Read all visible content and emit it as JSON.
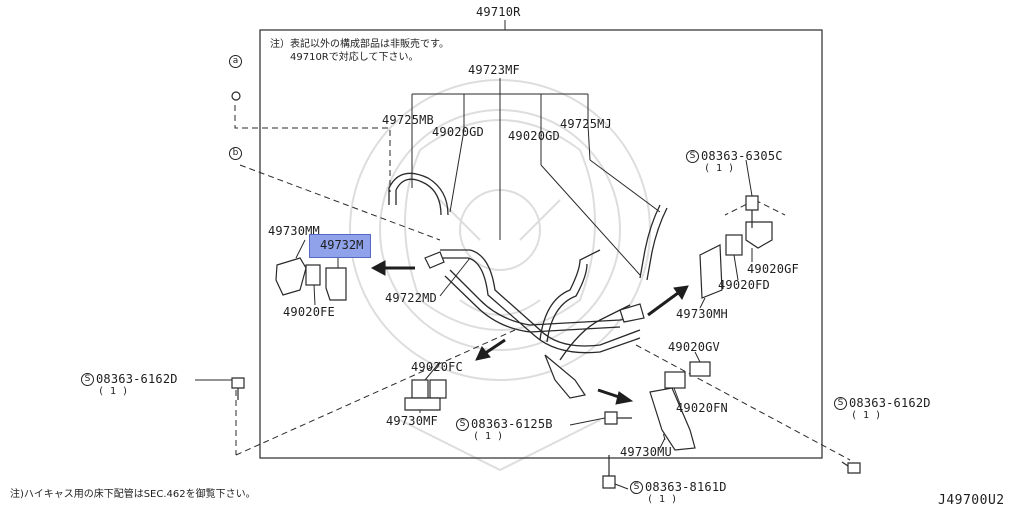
{
  "parts": {
    "assembly": "49710R",
    "main_tube": "49723MF",
    "tube_mb": "49725MB",
    "clip_gd_left": "49020GD",
    "clip_gd_right": "49020GD",
    "tube_mj": "49725MJ",
    "bracket_mm": "49730MM",
    "highlighted": "49732M",
    "tube_md": "49722MD",
    "clamp_fe": "49020FE",
    "clamp_fc": "49020FC",
    "bracket_mf": "49730MF",
    "bracket_mh": "49730MH",
    "clamp_gf": "49020GF",
    "clamp_fd": "49020FD",
    "clamp_gv": "49020GV",
    "clamp_fn": "49020FN",
    "bracket_mu": "49730MU"
  },
  "bolts": {
    "b6305c": {
      "symbol": "S",
      "code": "08363-6305C",
      "qty": "( 1 )"
    },
    "b6162d_left": {
      "symbol": "S",
      "code": "08363-6162D",
      "qty": "( 1 )"
    },
    "b6162d_right": {
      "symbol": "S",
      "code": "08363-6162D",
      "qty": "( 1 )"
    },
    "b6125b": {
      "symbol": "S",
      "code": "08363-6125B",
      "qty": "( 1 )"
    },
    "b8161d": {
      "symbol": "S",
      "code": "08363-8161D",
      "qty": "( 1 )"
    }
  },
  "markers": {
    "a": "a",
    "b": "b"
  },
  "notes": {
    "box_line1": "注）表記以外の構成部品は非販売です。",
    "box_line2": "49710Rで対応して下さい。",
    "footer": "注)ハイキャス用の床下配管はSEC.462を御覧下さい。"
  },
  "diagram_code": "J49700U2",
  "colors": {
    "highlight": "#8fa2ea",
    "line": "#2a2a2a",
    "watermark": "#d9d9d9"
  }
}
